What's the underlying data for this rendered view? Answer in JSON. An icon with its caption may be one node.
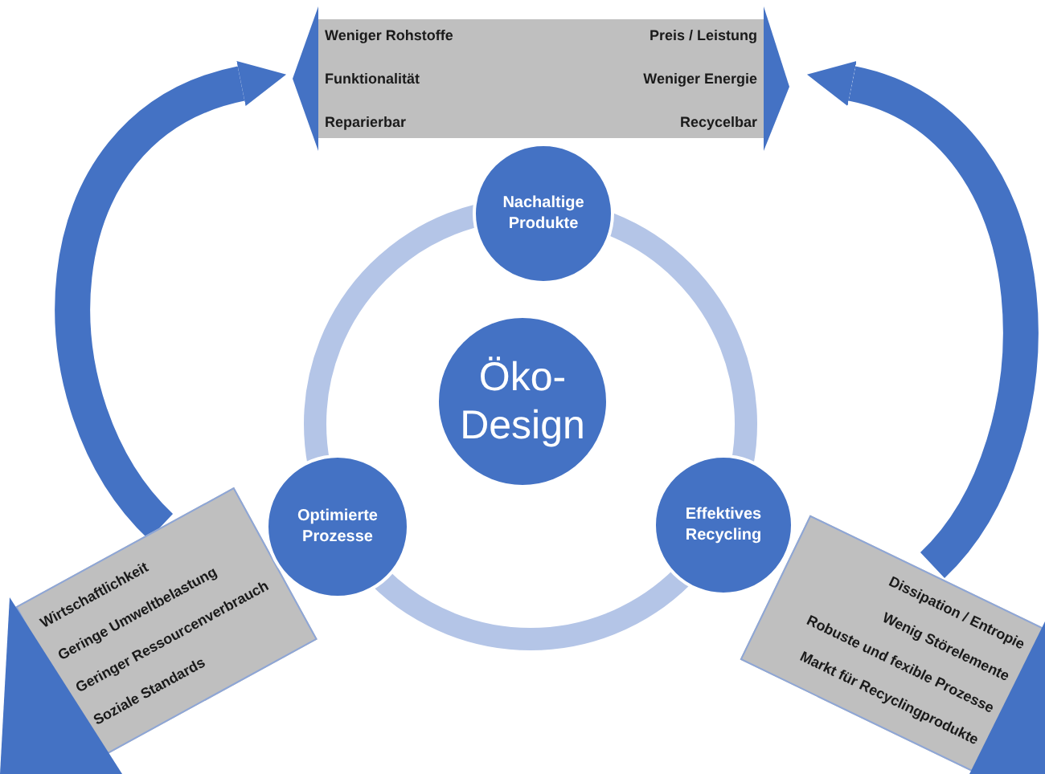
{
  "diagram": {
    "nodes": [
      {
        "text": [
          "Weniger Rohstoffe",
          "Preis / Leistung",
          "Funktionalität",
          "Weniger Energie",
          "Reparierbar",
          "Recycelbar"
        ]
      },
      {
        "text": [
          "Nachaltige Produkte"
        ]
      },
      {
        "text": [
          "Öko-Design"
        ]
      },
      {
        "text": [
          "Wirtschaftlichkeit",
          "Geringe Umweltbelastung",
          "Geringer Ressourcenverbrauch",
          "Soziale Standards"
        ]
      },
      {
        "text": [
          "Optimierte Prozesse"
        ]
      },
      {
        "text": [
          "Effektives Recycling"
        ]
      },
      {
        "text": [
          "Dissipation / Entropie",
          "Wenig Störelemente",
          "Robuste und fexible Prozesse",
          "Markt für Recyclingprodukte"
        ]
      }
    ],
    "edges": [
      {
        "from": 3,
        "to": 0,
        "arrow": "to"
      },
      {
        "from": 6,
        "to": 0,
        "arrow": "to"
      }
    ]
  }
}
